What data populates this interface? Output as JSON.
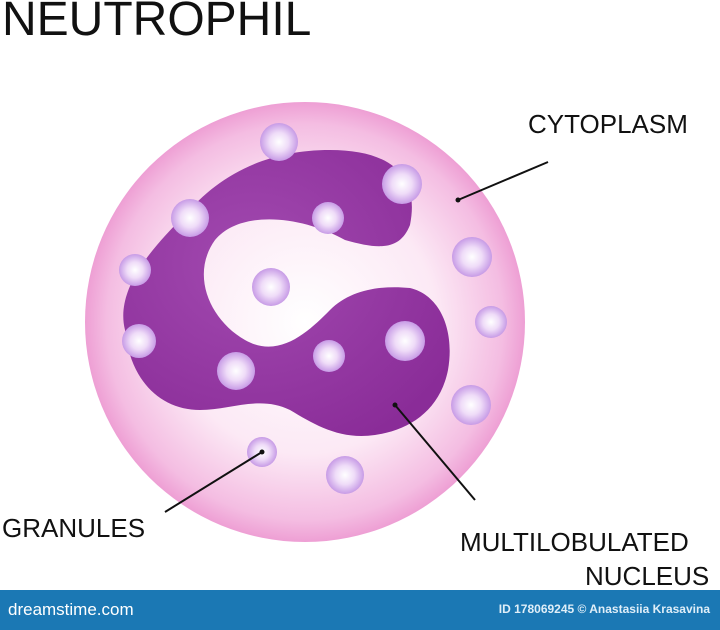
{
  "title": "NEUTROPHIL",
  "labels": {
    "cytoplasm": "CYTOPLASM",
    "granules": "GRANULES",
    "nucleus_line1": "MULTILOBULATED",
    "nucleus_line2": "NUCLEUS"
  },
  "footer": {
    "brand": "dreamstime.com",
    "credit": "ID 178069245 © Anastasiia Krasavina"
  },
  "colors": {
    "cytoplasm": "#f6c6e6",
    "nucleus": "#9a3aa6",
    "granule": "#d9b6ef",
    "footer": "#1b78b4"
  }
}
